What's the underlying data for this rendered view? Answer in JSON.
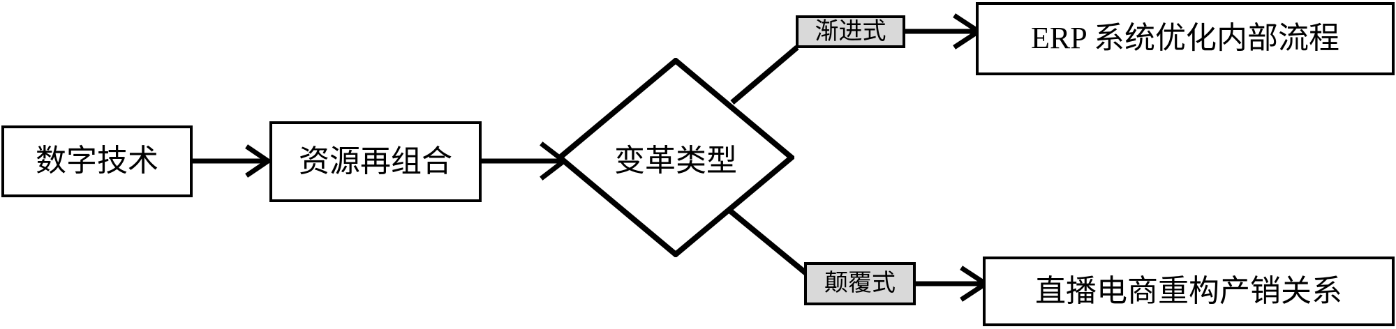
{
  "diagram": {
    "type": "flowchart",
    "orientation": "left-to-right",
    "background_color": "#ffffff",
    "line_color": "#000000",
    "label_fill_color": "#d9d9d9",
    "node_fill_color": "#ffffff"
  },
  "nodes": {
    "digital_tech": {
      "label": "数字技术",
      "shape": "rectangle"
    },
    "resource_recombination": {
      "label": "资源再组合",
      "shape": "rectangle"
    },
    "change_type": {
      "label": "变革类型",
      "shape": "diamond"
    },
    "erp": {
      "label": "ERP 系统优化内部流程",
      "shape": "rectangle"
    },
    "livestream": {
      "label": "直播电商重构产销关系",
      "shape": "rectangle"
    }
  },
  "edge_labels": {
    "incremental": "渐进式",
    "disruptive": "颠覆式"
  },
  "edges": [
    {
      "from": "digital_tech",
      "to": "resource_recombination",
      "label": ""
    },
    {
      "from": "resource_recombination",
      "to": "change_type",
      "label": ""
    },
    {
      "from": "change_type",
      "to": "incremental",
      "label": "渐进式"
    },
    {
      "from": "incremental",
      "to": "erp",
      "label": ""
    },
    {
      "from": "change_type",
      "to": "disruptive",
      "label": "颠覆式"
    },
    {
      "from": "disruptive",
      "to": "livestream",
      "label": ""
    }
  ]
}
